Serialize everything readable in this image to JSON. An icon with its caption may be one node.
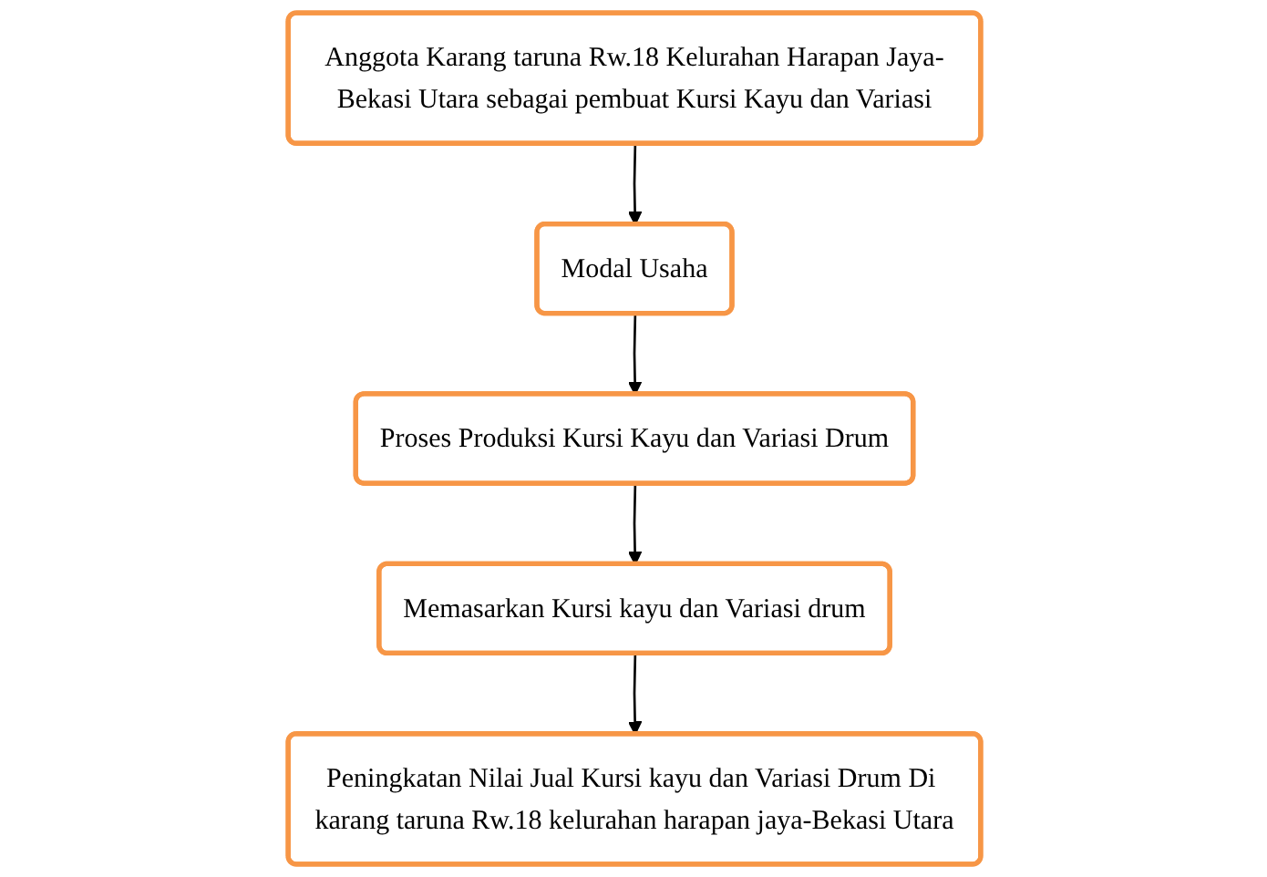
{
  "diagram": {
    "nodes": [
      {
        "text": [
          "Anggota Karang taruna Rw.18 Kelurahan Harapan Jaya-Bekasi Utara sebagai pembuat Kursi Kayu dan Variasi"
        ]
      },
      {
        "text": [
          "Modal Usaha"
        ]
      },
      {
        "text": [
          "Proses Produksi Kursi Kayu dan Variasi Drum"
        ]
      },
      {
        "text": [
          "Memasarkan Kursi kayu dan Variasi drum"
        ]
      },
      {
        "text": [
          "Peningkatan Nilai Jual Kursi kayu dan Variasi Drum Di karang taruna Rw.18 kelurahan harapan jaya-Bekasi Utara"
        ]
      }
    ],
    "edges": [
      {
        "from": 0,
        "to": 1,
        "arrow": "to"
      },
      {
        "from": 1,
        "to": 2,
        "arrow": "to"
      },
      {
        "from": 2,
        "to": 3,
        "arrow": "to"
      },
      {
        "from": 3,
        "to": 4,
        "arrow": "to"
      }
    ]
  }
}
